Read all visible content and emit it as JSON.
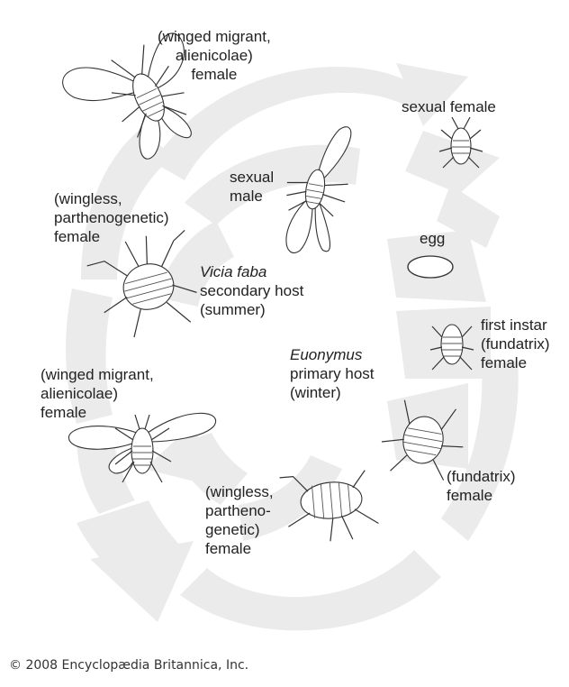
{
  "labels": {
    "winged_top": [
      "(winged migrant,",
      "alienicolae)",
      "female"
    ],
    "sexual_female": "sexual female",
    "sexual_male": [
      "sexual",
      "male"
    ],
    "egg": "egg",
    "wingless_left": [
      "(wingless,",
      "parthenogenetic)",
      "female"
    ],
    "secondary_host": [
      "Vicia faba",
      "secondary host",
      "(summer)"
    ],
    "first_instar": [
      "first instar",
      "(fundatrix)",
      "female"
    ],
    "primary_host": [
      "Euonymus",
      "primary host",
      "(winter)"
    ],
    "winged_left": [
      "(winged migrant,",
      "alienicolae)",
      "female"
    ],
    "fundatrix": [
      "(fundatrix)",
      "female"
    ],
    "wingless_bottom": [
      "(wingless,",
      "partheno-",
      "genetic)",
      "female"
    ]
  },
  "copyright": "© 2008 Encyclopædia Britannica, Inc.",
  "colors": {
    "arrow_fill": "#ebebeb",
    "line": "#333333",
    "text": "#222222"
  },
  "icons": [
    "winged-aphid-icon",
    "wingless-aphid-icon",
    "egg-icon",
    "cycle-arrow-icon"
  ]
}
